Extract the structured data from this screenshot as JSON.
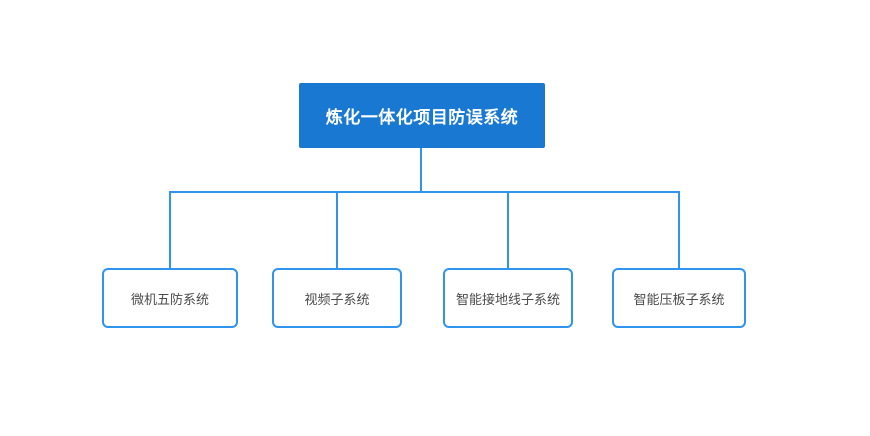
{
  "diagram": {
    "type": "org-chart",
    "root": {
      "label": "炼化一体化项目防误系统"
    },
    "children": [
      {
        "label": "微机五防系统"
      },
      {
        "label": "视频子系统"
      },
      {
        "label": "智能接地线子系统"
      },
      {
        "label": "智能压板子系统"
      }
    ],
    "colors": {
      "background": "#ffffff",
      "root_fill": "#1878D2",
      "root_text": "#ffffff",
      "node_border": "#2E94EE",
      "node_text": "#4A4A4A",
      "connector": "#2E94EE"
    }
  }
}
